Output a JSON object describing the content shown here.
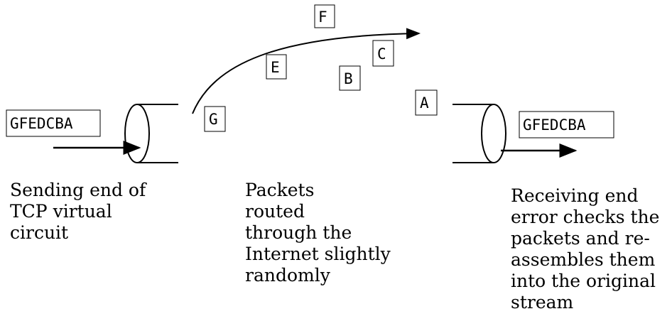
{
  "sender_stream": "GFEDCBA",
  "receiver_stream": "GFEDCBA",
  "packets": [
    {
      "id": "packet-f",
      "label": "F"
    },
    {
      "id": "packet-c",
      "label": "C"
    },
    {
      "id": "packet-e",
      "label": "E"
    },
    {
      "id": "packet-b",
      "label": "B"
    },
    {
      "id": "packet-a",
      "label": "A"
    },
    {
      "id": "packet-g",
      "label": "G"
    }
  ],
  "captions": {
    "sender": [
      "Sending end of",
      "TCP virtual",
      "circuit"
    ],
    "middle": [
      "Packets",
      "routed",
      "through the",
      "Internet slightly",
      "randomly"
    ],
    "receiver": [
      "Receiving end",
      "error checks the",
      "packets and re-",
      "assembles them",
      "into the original",
      "stream"
    ]
  }
}
